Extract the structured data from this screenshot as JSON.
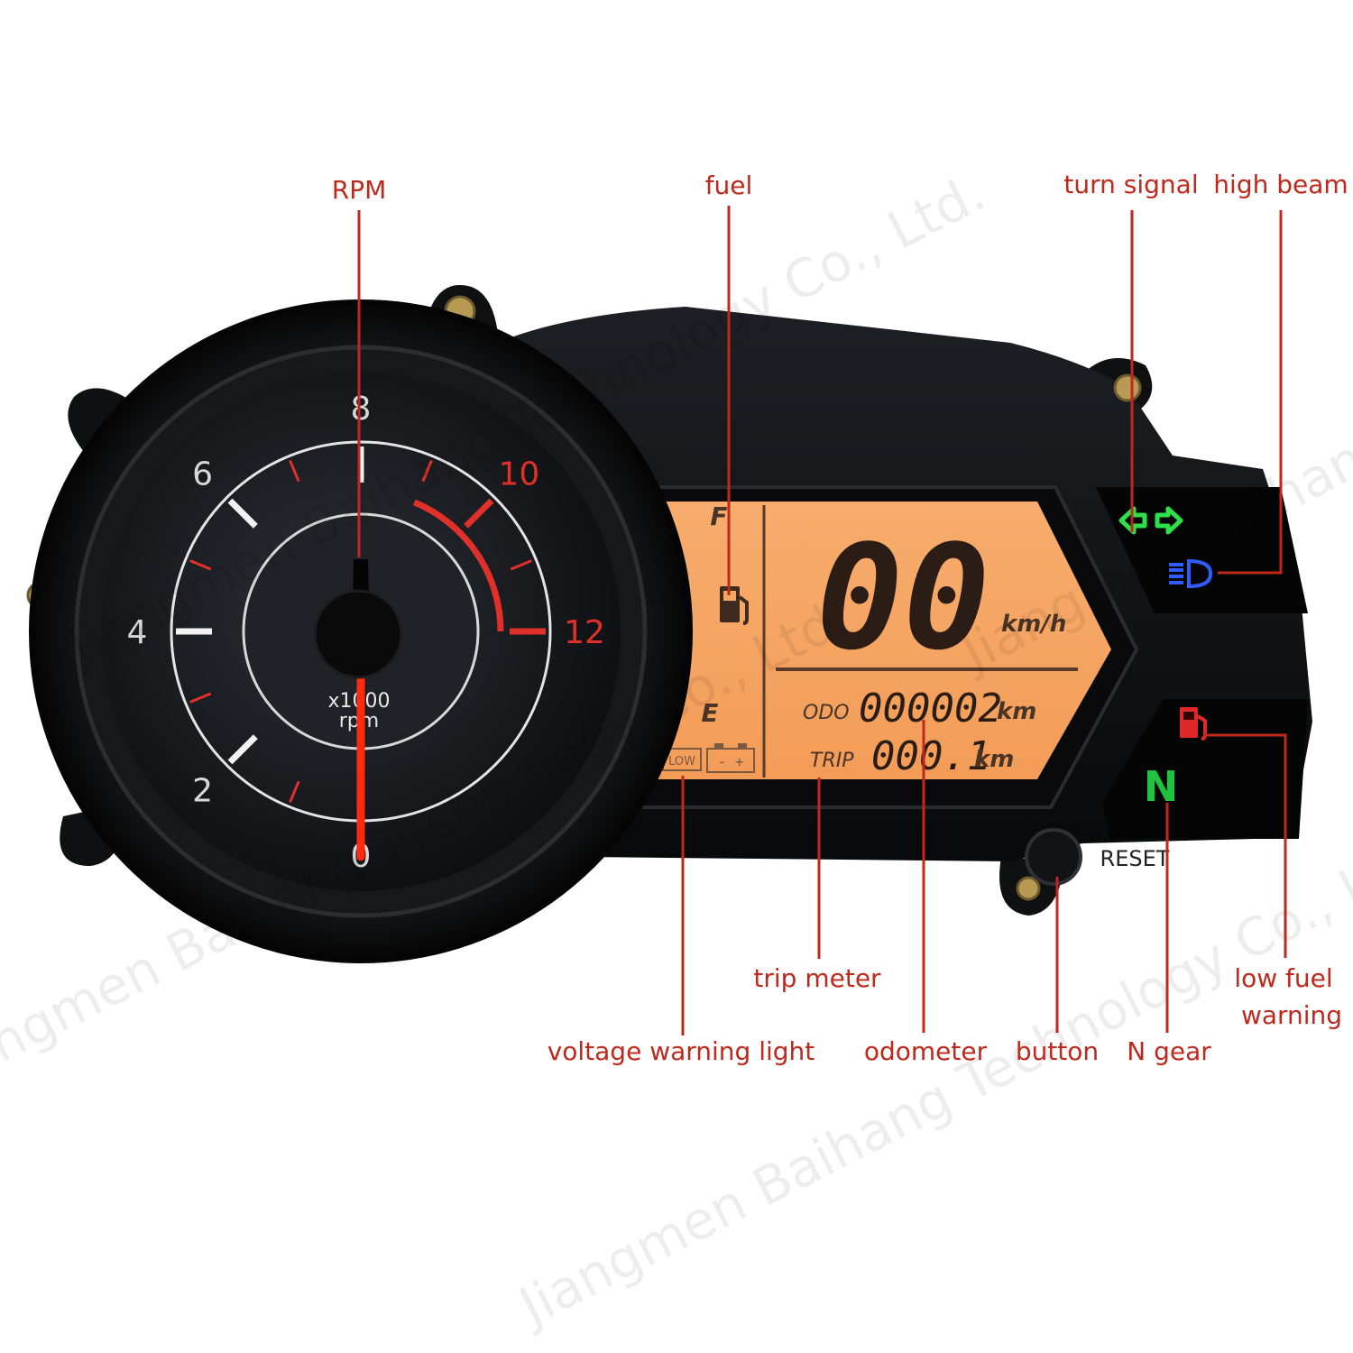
{
  "labels": {
    "rpm": "RPM",
    "fuel": "fuel",
    "turn_signal": "turn signal",
    "high_beam": "high beam",
    "trip_meter": "trip meter",
    "low_fuel_line1": "low fuel",
    "low_fuel_line2": "warning",
    "voltage_warning": "voltage warning light",
    "odometer": "odometer",
    "button": "button",
    "n_gear": "N gear"
  },
  "gauge": {
    "ticks": [
      "0",
      "2",
      "4",
      "6",
      "8",
      "10",
      "12"
    ],
    "unit_line1": "x1000",
    "unit_line2": "rpm",
    "needle_value": 0,
    "scale_max": 12
  },
  "lcd": {
    "fuel_full": "F",
    "fuel_empty": "E",
    "low_badge": "LOW",
    "battery_symbol": "-  +",
    "speed": "00",
    "speed_unit": "km/h",
    "odo_label": "ODO",
    "odo_value": "000002",
    "odo_unit": "km",
    "trip_label": "TRIP",
    "trip_value": "000.1",
    "trip_unit": "km"
  },
  "indicators": {
    "neutral": "N",
    "reset": "RESET"
  },
  "watermark": "Jiangmen Baihang Technology Co., Ltd.",
  "colors": {
    "callout": "#c0281c",
    "turn": "#2ee04a",
    "beam": "#2f5cff",
    "warn": "#e02828",
    "neutral": "#1fc43c",
    "lcd": "#f7a765",
    "redline": "#e0302a"
  }
}
